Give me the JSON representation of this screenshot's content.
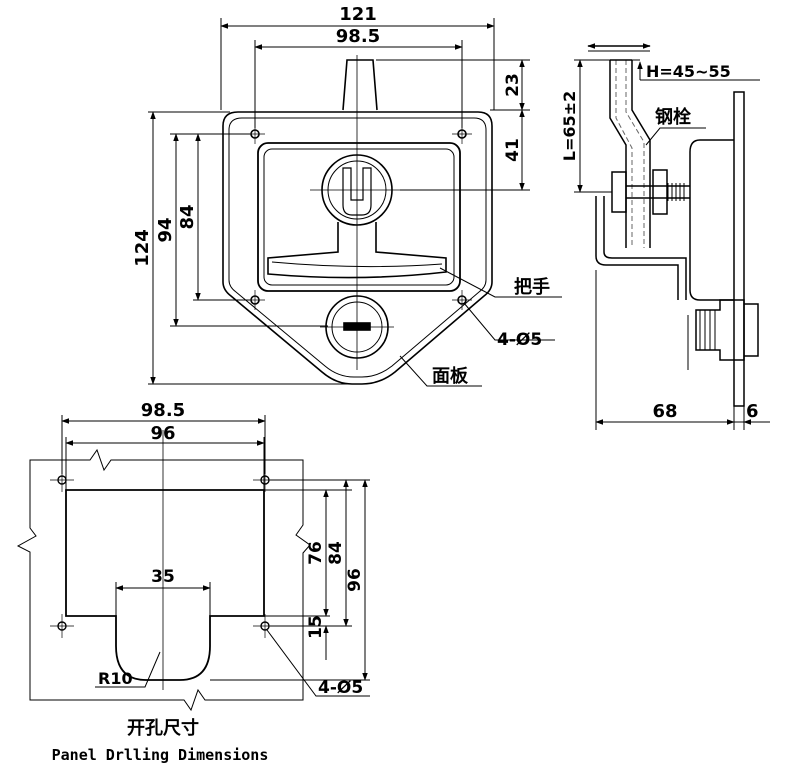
{
  "colors": {
    "line": "#000000",
    "hidden": "#666666",
    "background": "#ffffff"
  },
  "front_view": {
    "dim_width_overall": "121",
    "dim_hole_spacing": "98.5",
    "dim_height_overall": "124",
    "dim_height_94": "94",
    "dim_height_84": "84",
    "dim_top_23": "23",
    "dim_top_41": "41",
    "label_handle": "把手",
    "label_holes": "4-Ø5",
    "label_panel": "面板"
  },
  "side_view": {
    "dim_h": "H=45~55",
    "dim_l": "L=65±2",
    "label_bolt": "钢栓",
    "dim_depth": "68",
    "dim_flange": "6"
  },
  "cutout": {
    "dim_holes": "98.5",
    "dim_width": "96",
    "dim_notch": "35",
    "dim_76": "76",
    "dim_84": "84",
    "dim_96": "96",
    "dim_15": "15",
    "label_radius": "R10",
    "label_holes": "4-Ø5",
    "title_cn": "开孔尺寸",
    "title_en": "Panel Drlling Dimensions"
  }
}
